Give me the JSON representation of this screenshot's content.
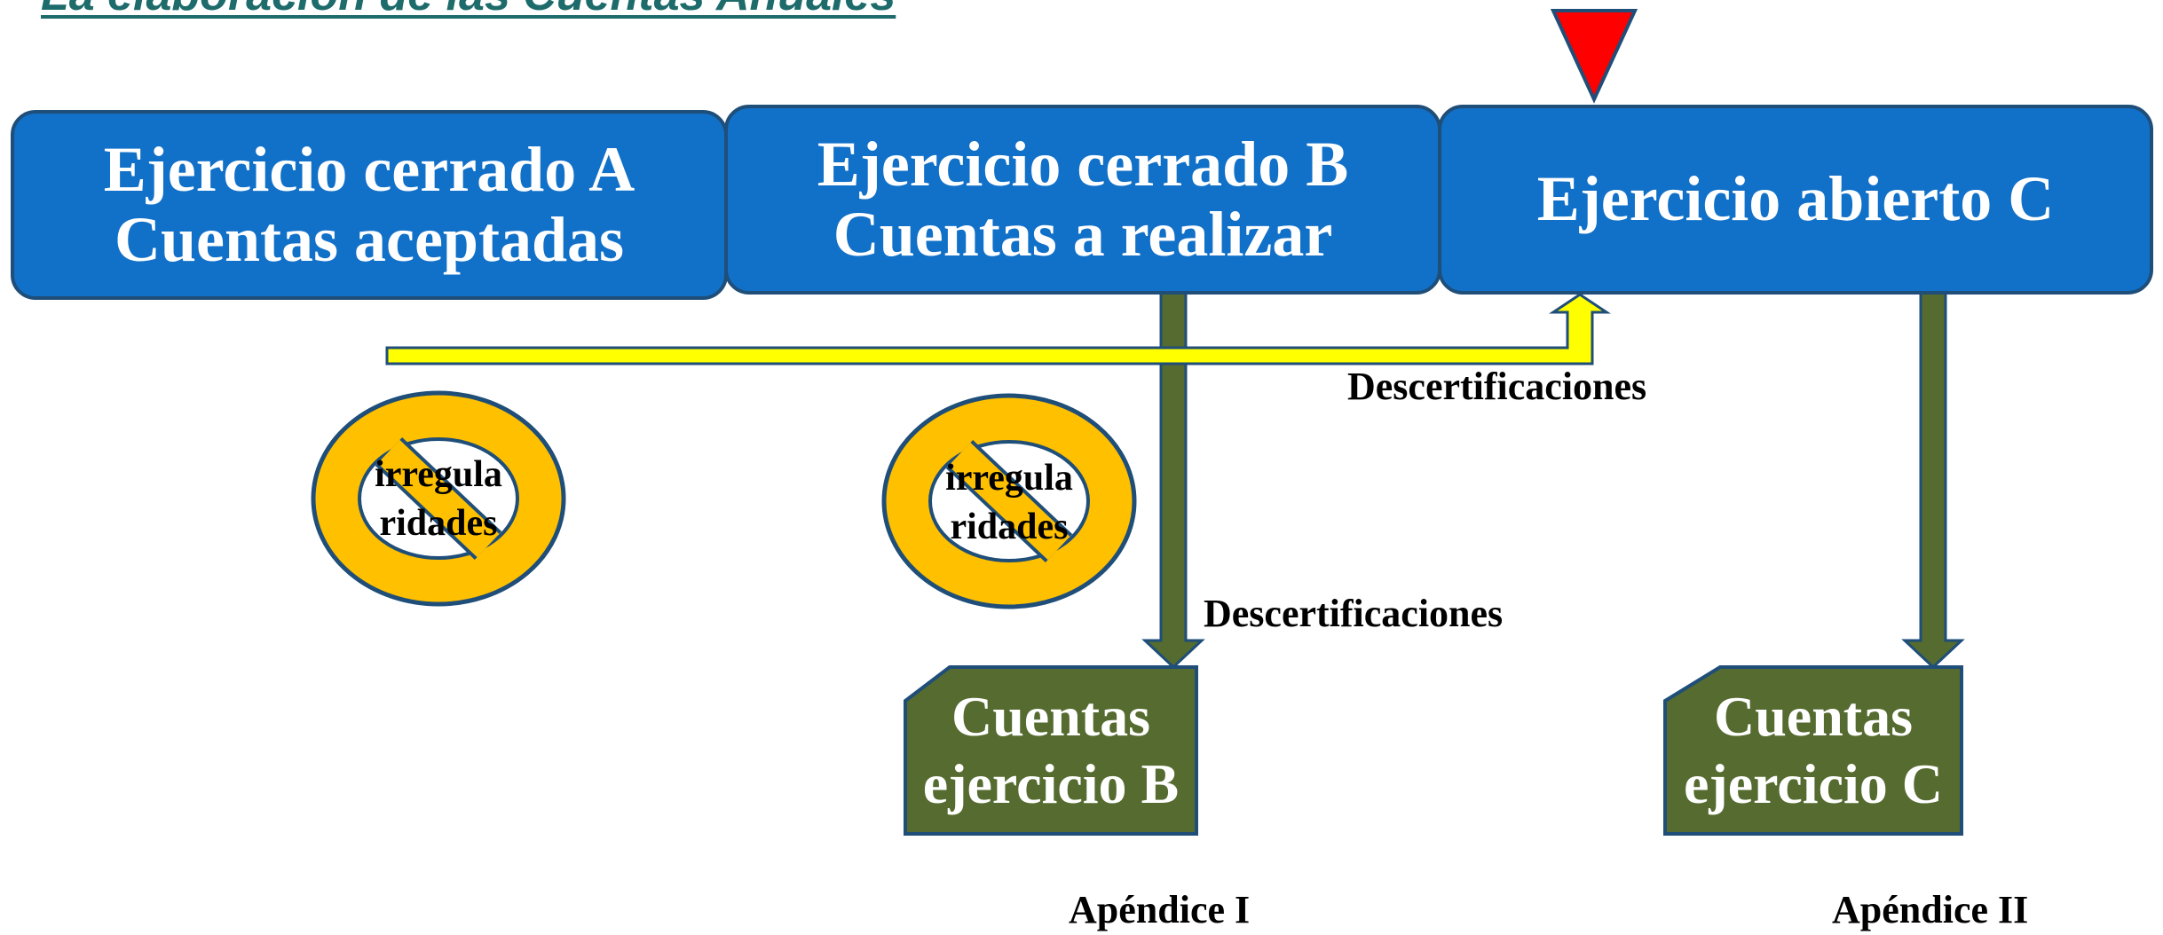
{
  "title": "La elaboración de las Cuentas Anuales",
  "colors": {
    "box_fill": "#1170c8",
    "box_border": "#1f4e79",
    "olive": "#556b2f",
    "marker_red": "#ff0000",
    "yellow_arrow": "#ffff00",
    "prohibition_ring": "#ffc000",
    "title_color": "#1e6b6b"
  },
  "periods": [
    {
      "line1": "Ejercicio cerrado A",
      "line2": "Cuentas aceptadas"
    },
    {
      "line1": "Ejercicio cerrado B",
      "line2": "Cuentas a realizar"
    },
    {
      "line1": "Ejercicio abierto C"
    }
  ],
  "accounts": [
    {
      "line1": "Cuentas",
      "line2": "ejercicio B",
      "appendix": "Apéndice I"
    },
    {
      "line1": "Cuentas",
      "line2": "ejercicio C",
      "appendix": "Apéndice II"
    }
  ],
  "decertification_labels": [
    "Descertificaciones",
    "Descertificaciones"
  ],
  "irregularities": [
    {
      "line1": "irregula",
      "line2": "ridades",
      "icon": "no-irregularities-icon"
    },
    {
      "line1": "irregula",
      "line2": "ridades",
      "icon": "no-irregularities-icon"
    }
  ],
  "marker_icon": "current-period-marker-icon"
}
